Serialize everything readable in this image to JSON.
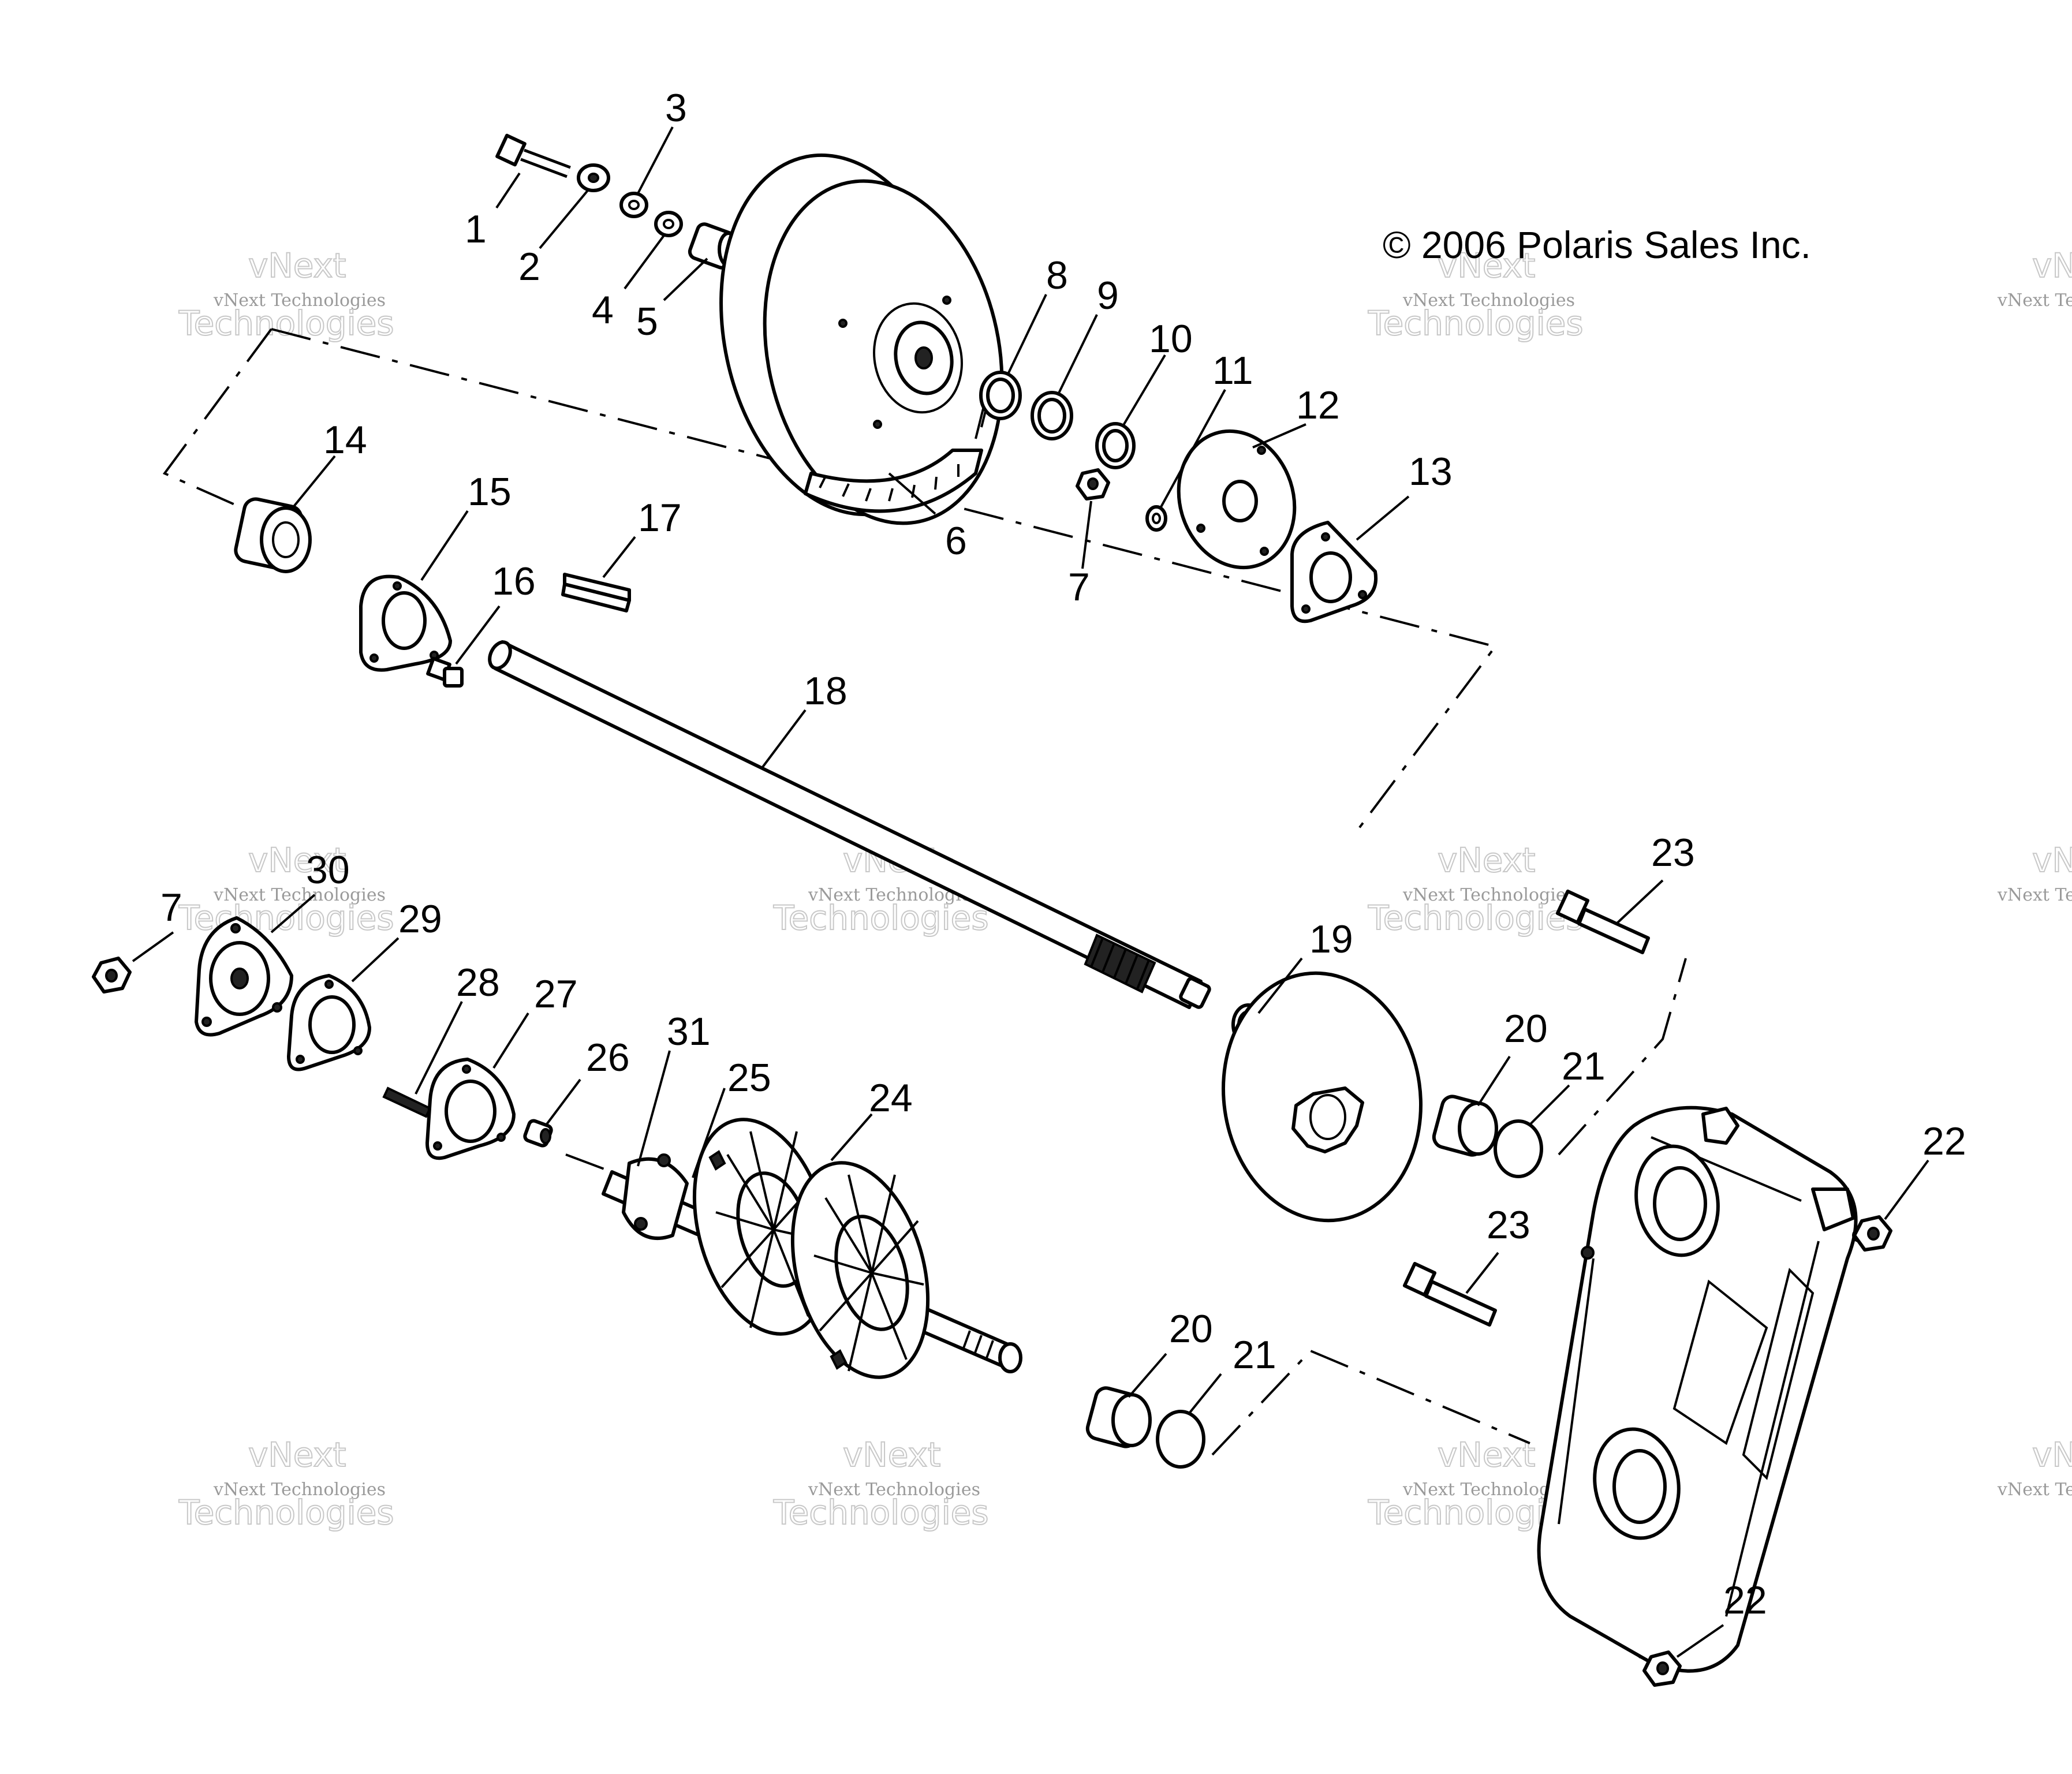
{
  "copyright": "© 2006 Polaris Sales Inc.",
  "watermark": {
    "small": "vNext Technologies",
    "large_top": "vNext",
    "large_bottom": "Technologies"
  },
  "callouts": [
    "1",
    "2",
    "3",
    "4",
    "5",
    "6",
    "7",
    "8",
    "9",
    "10",
    "11",
    "12",
    "13",
    "14",
    "15",
    "16",
    "17",
    "18",
    "7",
    "30",
    "29",
    "28",
    "27",
    "31",
    "26",
    "25",
    "24",
    "19",
    "20",
    "21",
    "23",
    "22",
    "23",
    "20",
    "21",
    "22"
  ]
}
